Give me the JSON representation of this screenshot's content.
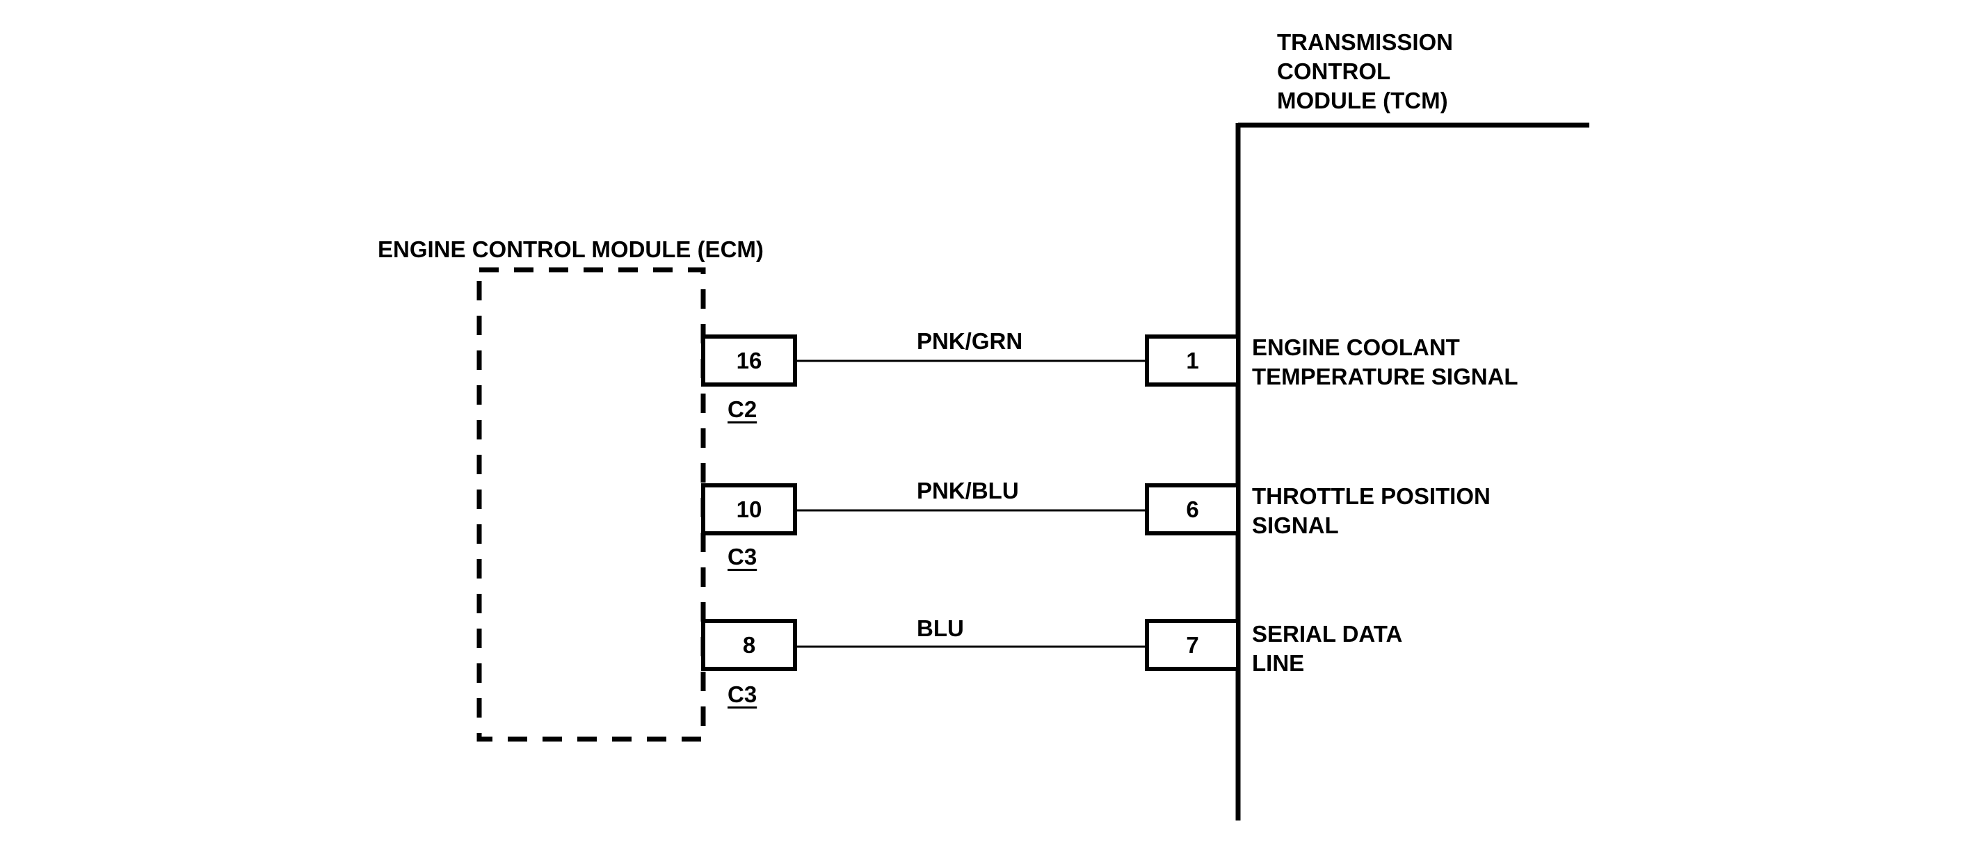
{
  "ecm": {
    "title": "ENGINE CONTROL MODULE (ECM)"
  },
  "tcm": {
    "title_lines": [
      "TRANSMISSION",
      "CONTROL",
      "MODULE (TCM)"
    ]
  },
  "circuits": [
    {
      "ecm_pin": "16",
      "ecm_connector": "C2",
      "wire": "PNK/GRN",
      "tcm_pin": "1",
      "signal_lines": [
        "ENGINE COOLANT",
        "TEMPERATURE SIGNAL"
      ]
    },
    {
      "ecm_pin": "10",
      "ecm_connector": "C3",
      "wire": "PNK/BLU",
      "tcm_pin": "6",
      "signal_lines": [
        "THROTTLE POSITION",
        "SIGNAL"
      ]
    },
    {
      "ecm_pin": "8",
      "ecm_connector": "C3",
      "wire": "BLU",
      "tcm_pin": "7",
      "signal_lines": [
        "SERIAL DATA",
        "LINE"
      ]
    }
  ]
}
